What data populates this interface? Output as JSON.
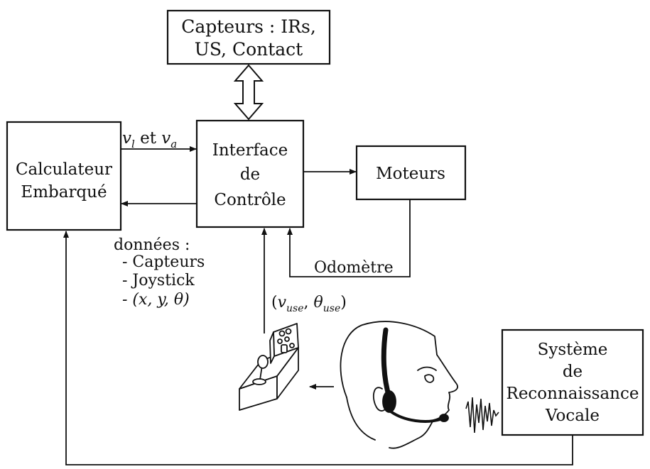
{
  "sensors_box": {
    "line1": "Capteurs : IRs,",
    "line2": "US, Contact"
  },
  "interface_box": {
    "line1": "Interface",
    "line2": "de",
    "line3": "Contrôle"
  },
  "calculator_box": {
    "line1": "Calculateur",
    "line2": "Embarqué"
  },
  "motors_box": {
    "label": "Moteurs"
  },
  "voice_box": {
    "line1": "Système",
    "line2": "de",
    "line3": "Reconnaissance",
    "line4": "Vocale"
  },
  "labels": {
    "velocity": {
      "v": "v",
      "l_sub": "l",
      "et": " et ",
      "a_sub": "a"
    },
    "odometer": "Odomètre",
    "data_title": "données :",
    "data_items": [
      "- Capteurs",
      "- Joystick",
      "- (x, y, θ)"
    ],
    "user_cmd": {
      "open": "(",
      "v": "v",
      "v_sub": "use",
      "sep": ", ",
      "theta": "θ",
      "theta_sub": "use",
      "close": ")"
    }
  },
  "icons": [
    "joystick-icon",
    "operator-headset-icon",
    "voice-waveform-icon"
  ],
  "colors": {
    "stroke": "#111111",
    "background": "#ffffff"
  }
}
